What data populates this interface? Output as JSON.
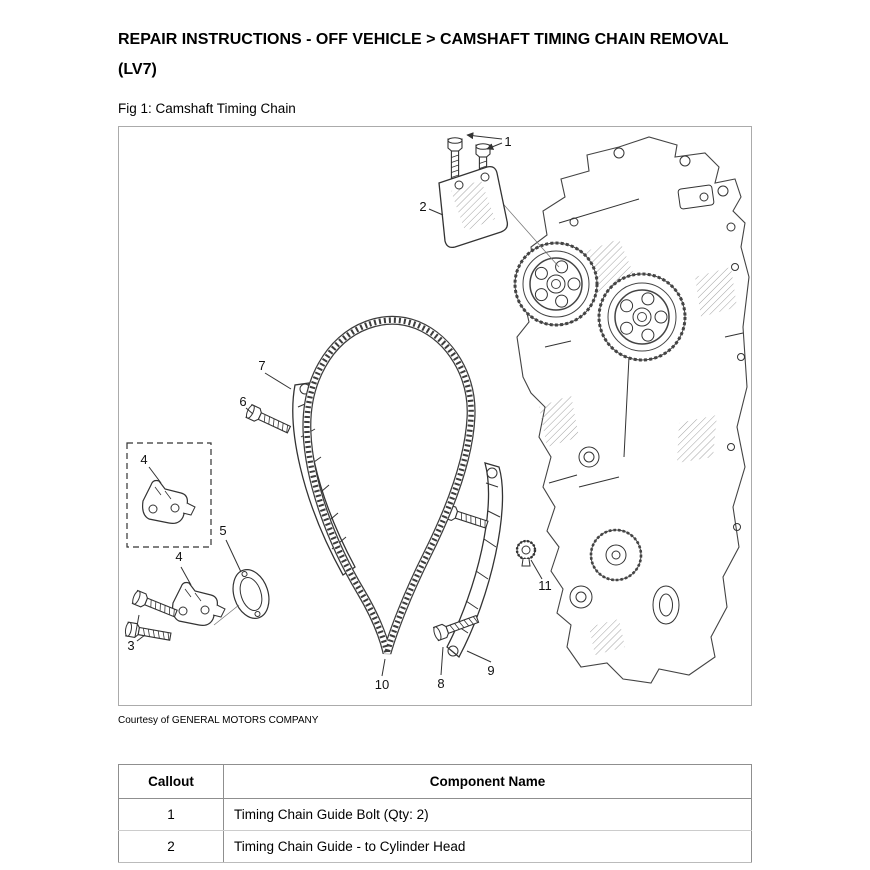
{
  "page": {
    "title_line1": "REPAIR INSTRUCTIONS - OFF VEHICLE > CAMSHAFT TIMING CHAIN REMOVAL",
    "title_line2": "(LV7)",
    "figure_caption": "Fig 1: Camshaft Timing Chain",
    "courtesy": "Courtesy of GENERAL MOTORS COMPANY"
  },
  "figure": {
    "callouts": [
      "1",
      "2",
      "3",
      "4",
      "4",
      "5",
      "6",
      "7",
      "8",
      "9",
      "10",
      "11"
    ]
  },
  "table": {
    "headers": [
      "Callout",
      "Component Name"
    ],
    "rows": [
      {
        "callout": "1",
        "component": "Timing Chain Guide Bolt (Qty: 2)"
      },
      {
        "callout": "2",
        "component": "Timing Chain Guide - to Cylinder Head"
      }
    ]
  }
}
